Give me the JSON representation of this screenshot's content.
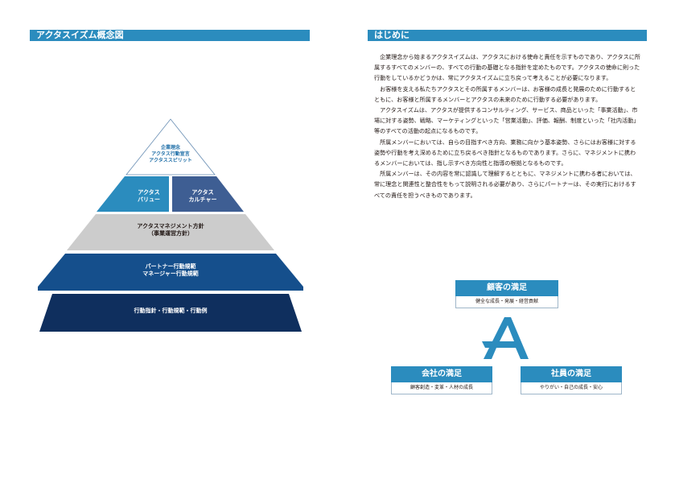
{
  "left_section": {
    "title": "アクタスイズム概念図"
  },
  "right_section": {
    "title": "はじめに"
  },
  "pyramid": {
    "top": [
      "企業理念",
      "アクタス行動宣言",
      "アクタススピリット"
    ],
    "value": [
      "アクタス",
      "バリュー"
    ],
    "culture": [
      "アクタス",
      "カルチャー"
    ],
    "management": [
      "アクタスマネジメント方針",
      "（事業運営方針）"
    ],
    "partner": [
      "パートナー行動規範",
      "マネージャー行動規範"
    ],
    "bottom": "行動指針・行動規範・行動例",
    "colors": {
      "top": "#ffffff",
      "value": "#2b8cbe",
      "culture": "#3e5e93",
      "management": "#cccccc",
      "partner": "#154f8c",
      "bottom": "#0f2f5e"
    }
  },
  "intro": {
    "paragraphs": [
      "企業理念から始まるアクタスイズムは、アクタスにおける使命と責任を示すものであり、アクタスに所属するすべてのメンバーの、すべての行動の基礎となる指針を定めたものです。アクタスの使命に則った行動をしているかどうかは、常にアクタスイズムに立ち戻って考えることが必要になります。",
      "お客様を支える私たちアクタスとその所属するメンバーは、お客様の成長と発展のために行動するとともに、お客様と所属するメンバーとアクタスの未来のために行動する必要があります。",
      "アクタスイズムは、アクタスが提供するコンサルティング、サービス、商品といった「事業活動」、市場に対する姿勢、戦略、マーケティングといった「営業活動」、評価、報酬、制度といった「社内活動」等のすべての活動の起点になるものです。",
      "所属メンバーにおいては、自らの目指すべき方向、業務に向かう基本姿勢、さらにはお客様に対する姿勢や行動を考え深めるために立ち戻るべき指針となるものであります。さらに、マネジメントに携わるメンバーにおいては、指し示すべき方向性と指導の根拠となるものです。",
      "所属メンバーは、その内容を常に認識して理解するとともに、マネジメントに携わる者においては、常に理念と関連性と整合性をもって説明される必要があり、さらにパートナーは、その実行におけるすべての責任を担うべきものであります。"
    ]
  },
  "satisfaction": {
    "customer": {
      "title": "顧客の満足",
      "subtitle": "健全な成長・発展・経営貢献"
    },
    "company": {
      "title": "会社の満足",
      "subtitle": "顧客創造・変革・人材の成長"
    },
    "employee": {
      "title": "社員の満足",
      "subtitle": "やりがい・自己の成長・安心"
    },
    "logo_letter": "A",
    "accent": "#2b8cbe"
  }
}
